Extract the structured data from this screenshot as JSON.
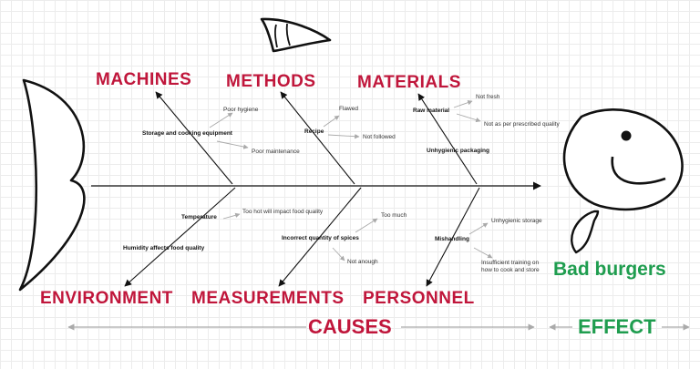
{
  "effect_title": "Bad burgers",
  "causes_label": "CAUSES",
  "effect_label": "EFFECT",
  "colors": {
    "cause": "#c0163b",
    "effect": "#1f9d4f",
    "line": "#111111",
    "arrow_gray": "#aaaaaa"
  },
  "categories": {
    "machines": "MACHINES",
    "methods": "METHODS",
    "materials": "MATERIALS",
    "environment": "ENVIRONMENT",
    "measurements": "MEASUREMENTS",
    "personnel": "PERSONNEL"
  },
  "subcauses": {
    "storage": "Storage and cooking equipment",
    "recipe": "Recipe",
    "raw_material": "Raw material",
    "packaging": "Unhygienic packaging",
    "temperature": "Temperature",
    "humidity": "Humidity affects food quality",
    "spices": "Incorrect quantity of spices",
    "mishandling": "Mishandling"
  },
  "leaves": {
    "poor_hygiene": "Poor hygiene",
    "poor_maintenance": "Poor maintenance",
    "flawed": "Flawed",
    "not_followed": "Not followed",
    "not_fresh": "Not fresh",
    "not_prescribed": "Not as per prescribed quality",
    "too_hot": "Too hot will impact food quality",
    "too_much": "Too much",
    "not_enough": "Not anough",
    "unhygienic_storage": "Unhygienic storage",
    "insufficient_training_1": "Insufficient training on",
    "insufficient_training_2": "how to cook and store"
  }
}
